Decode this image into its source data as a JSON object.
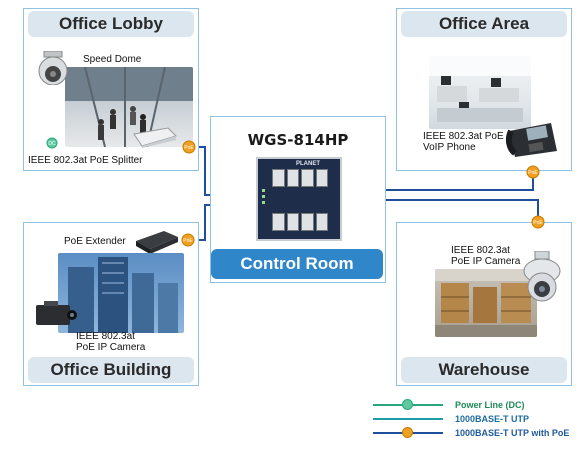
{
  "panels": {
    "office_lobby": {
      "title": "Office Lobby",
      "speed_dome": "Speed Dome",
      "splitter": "IEEE 802.3at PoE Splitter"
    },
    "office_area": {
      "title": "Office Area",
      "voip_line1": "IEEE 802.3at PoE",
      "voip_line2": "VoIP Phone"
    },
    "control_room": {
      "title": "Control Room",
      "switch_model": "WGS-814HP",
      "switch_brand": "PLANET"
    },
    "office_building": {
      "title": "Office Building",
      "poe_extender": "PoE Extender",
      "camera_line1": "IEEE 802.3at",
      "camera_line2": "PoE IP Camera"
    },
    "warehouse": {
      "title": "Warehouse",
      "camera_line1": "IEEE 802.3at",
      "camera_line2": "PoE IP Camera"
    }
  },
  "badges": {
    "poe": "PoE",
    "dc": "DC"
  },
  "legend": [
    {
      "label": "Power Line (DC)",
      "color": "#2aa77a",
      "dot": "#5ec9a0",
      "text_color": "#1f8a5a"
    },
    {
      "label": "1000BASE-T UTP",
      "color": "#1d9ea6",
      "dot": null,
      "text_color": "#1d6c9e"
    },
    {
      "label": "1000BASE-T UTP with PoE",
      "color": "#1f4f9c",
      "dot": "#f0a020",
      "text_color": "#1d5a9e"
    }
  ],
  "colors": {
    "panel_border": "#8fc1e3",
    "title_bg": "#dbe6ef",
    "control_title_bg": "#2f86c8",
    "poe_line": "#1f4f9c",
    "utp_line": "#1d9ea6",
    "poe_badge": "#f0a020"
  }
}
